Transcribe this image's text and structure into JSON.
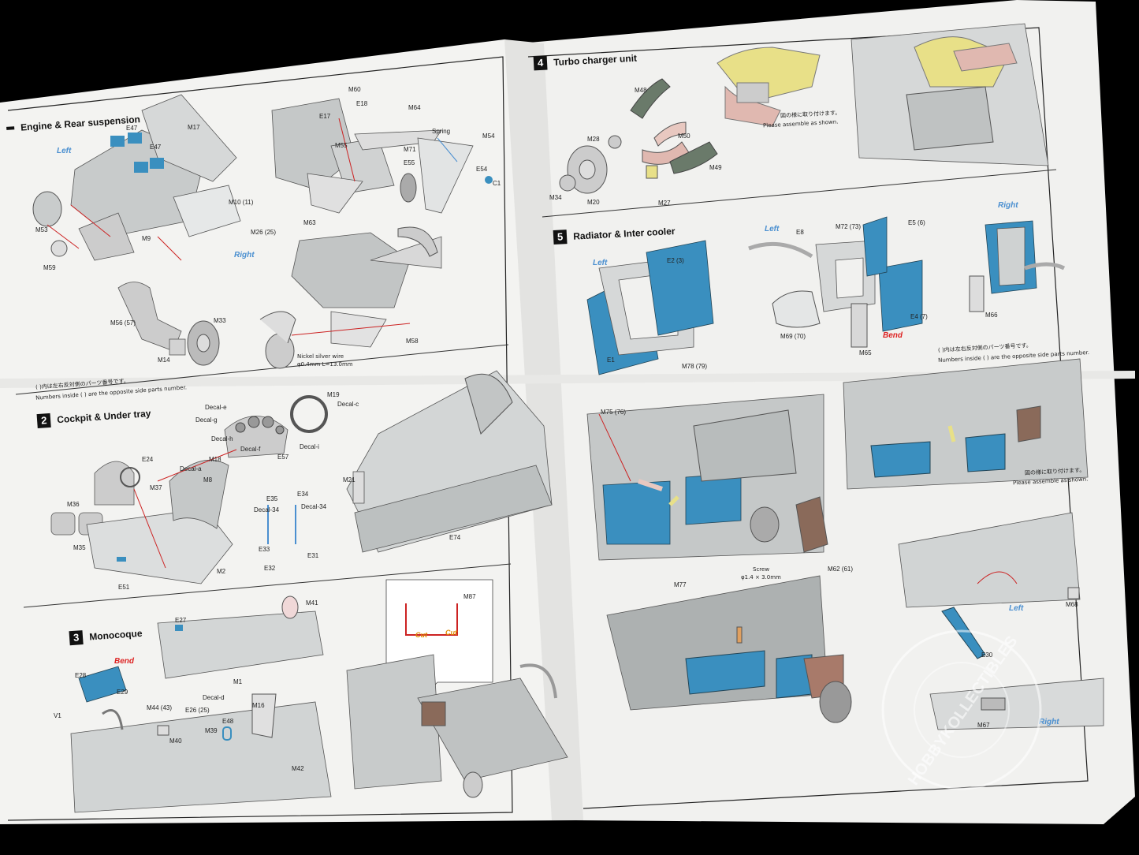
{
  "sections": [
    {
      "num": "",
      "title": "Engine & Rear suspension"
    },
    {
      "num": "2",
      "title": "Cockpit & Under tray"
    },
    {
      "num": "3",
      "title": "Monocoque"
    },
    {
      "num": "4",
      "title": "Turbo charger unit"
    },
    {
      "num": "5",
      "title": "Radiator & Inter cooler"
    }
  ],
  "side_labels": {
    "left_1": "Left",
    "right_1": "Right",
    "left_5a": "Left",
    "left_5b": "Left",
    "right_5a": "Right",
    "left_bottom": "Left",
    "right_bottom": "Right"
  },
  "bend_labels": [
    "Bend",
    "Bend"
  ],
  "cut_labels": [
    "Cut",
    "Cut"
  ],
  "notes": {
    "jp_opposite_1": "( )内は左右反対側のパーツ番号です。",
    "en_opposite_1": "Numbers inside ( ) are the opposite side parts number.",
    "jp_opposite_5": "( )内は左右反対側のパーツ番号です。",
    "en_opposite_5": "Numbers inside ( ) are the opposite side parts number.",
    "jp_assemble_4": "図の様に取り付けます。",
    "en_assemble_4": "Please assemble as shown.",
    "jp_assemble_5": "図の様に取り付けます。",
    "en_assemble_5": "Please assemble as shown.",
    "wire": "Nickel silver wire",
    "wire_size": "φ0.4mm L=13.0mm",
    "screw": "Screw",
    "screw_size": "φ1.4 × 3.0mm"
  },
  "parts_1": [
    "E47",
    "M17",
    "E47",
    "M10 (11)",
    "M26 (25)",
    "M53",
    "M9",
    "M59",
    "M33",
    "M56 (57)",
    "M14",
    "E17",
    "M60",
    "E18",
    "M64",
    "M55",
    "M71",
    "E55",
    "Spring",
    "M54",
    "E54",
    "C1",
    "M63",
    "M58"
  ],
  "parts_2": [
    "Decal-e",
    "Decal-g",
    "Decal-h",
    "Decal-i",
    "M19",
    "Decal-c",
    "E24",
    "Decal-a",
    "M37",
    "M8",
    "E57",
    "M36",
    "M35",
    "M2",
    "E51",
    "Decal-f",
    "M18",
    "E35",
    "E34",
    "Decal-34",
    "Decal-34",
    "E33",
    "E32",
    "E31",
    "M21",
    "E74"
  ],
  "parts_3": [
    "E27",
    "M1",
    "M41",
    "M87",
    "E28",
    "E29",
    "V1",
    "M44 (43)",
    "E26 (25)",
    "Decal-d",
    "M16",
    "M40",
    "M39",
    "E48",
    "M42"
  ],
  "parts_4": [
    "M48",
    "M28",
    "M34",
    "M20",
    "M50",
    "M27",
    "M49"
  ],
  "parts_5": [
    "E2 (3)",
    "E1",
    "M78 (79)",
    "E8",
    "M72 (73)",
    "E5 (6)",
    "E4 (7)",
    "M69 (70)",
    "M65",
    "M66",
    "M75 (76)",
    "M77",
    "M62 (61)",
    "M68",
    "E30",
    "M67"
  ],
  "watermark": "HOBBYKOLLECTIBLES",
  "colors": {
    "blue_part": "#3a8fbf",
    "yellow_part": "#e8e088",
    "pink_part": "#e0b8b0",
    "red_line": "#cc2222",
    "blue_label": "#4a8fd0",
    "paper": "#f4f4f2",
    "background": "#000000"
  }
}
